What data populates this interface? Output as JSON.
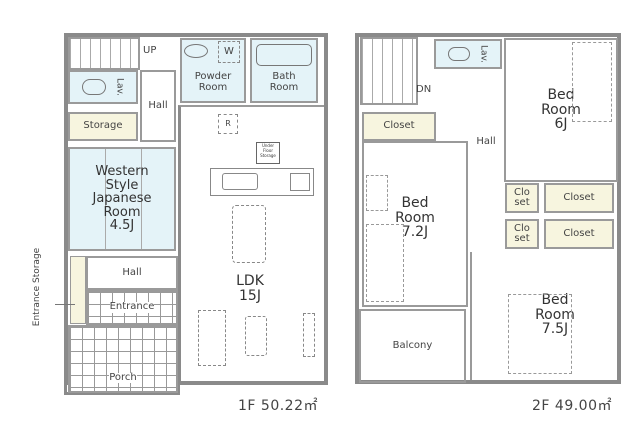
{
  "floor1": {
    "area_label": "1F 50.22㎡",
    "stairs_label": "UP",
    "toilet_label": "Lav.",
    "hall_top_label": "Hall",
    "powder_room_label": "Powder\nRoom",
    "washer_label": "W",
    "bath_label": "Bath\nRoom",
    "storage_label": "Storage",
    "fridge_label": "R",
    "underfloor_label": "Under Floor Storage",
    "japanese_room_label": "Western\nStyle\nJapanese\nRoom\n4.5J",
    "hall_bottom_label": "Hall",
    "entrance_label": "Entrance",
    "porch_label": "Porch",
    "entrance_storage_label": "Entrance Storage",
    "ldk_label": "LDK\n15J"
  },
  "floor2": {
    "area_label": "2F 49.00㎡",
    "stairs_label": "DN",
    "toilet_label": "Lav.",
    "closet_label": "Closet",
    "bedroom_a_label": "Bed\nRoom\n7.2J",
    "balcony_label": "Balcony",
    "hall_label": "Hall",
    "bedroom_b_label": "Bed\nRoom\n6J",
    "closet_small_1_label": "Clo\nset",
    "closet_1_label": "Closet",
    "closet_small_2_label": "Clo\nset",
    "closet_2_label": "Closet",
    "bedroom_c_label": "Bed\nRoom\n7.5J"
  },
  "colors": {
    "wet_area": "#e4f3f8",
    "storage": "#f7f5df",
    "wall": "#8a8a8a"
  }
}
